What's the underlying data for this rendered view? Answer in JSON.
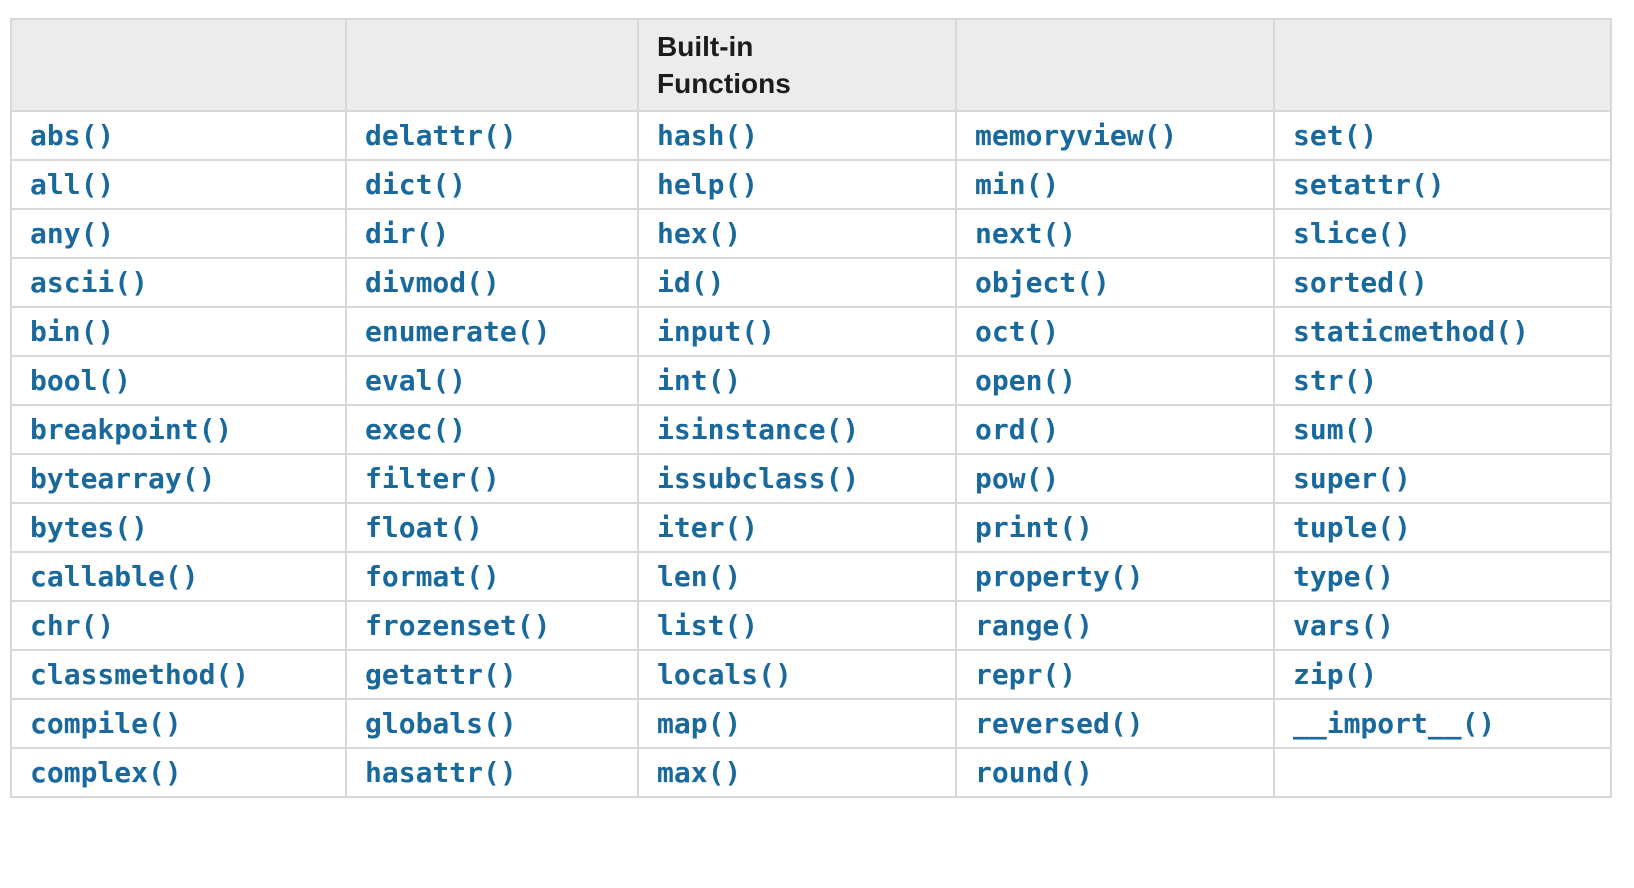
{
  "header": {
    "title": "Built-in Functions"
  },
  "rows": [
    [
      "abs()",
      "delattr()",
      "hash()",
      "memoryview()",
      "set()"
    ],
    [
      "all()",
      "dict()",
      "help()",
      "min()",
      "setattr()"
    ],
    [
      "any()",
      "dir()",
      "hex()",
      "next()",
      "slice()"
    ],
    [
      "ascii()",
      "divmod()",
      "id()",
      "object()",
      "sorted()"
    ],
    [
      "bin()",
      "enumerate()",
      "input()",
      "oct()",
      "staticmethod()"
    ],
    [
      "bool()",
      "eval()",
      "int()",
      "open()",
      "str()"
    ],
    [
      "breakpoint()",
      "exec()",
      "isinstance()",
      "ord()",
      "sum()"
    ],
    [
      "bytearray()",
      "filter()",
      "issubclass()",
      "pow()",
      "super()"
    ],
    [
      "bytes()",
      "float()",
      "iter()",
      "print()",
      "tuple()"
    ],
    [
      "callable()",
      "format()",
      "len()",
      "property()",
      "type()"
    ],
    [
      "chr()",
      "frozenset()",
      "list()",
      "range()",
      "vars()"
    ],
    [
      "classmethod()",
      "getattr()",
      "locals()",
      "repr()",
      "zip()"
    ],
    [
      "compile()",
      "globals()",
      "map()",
      "reversed()",
      "__import__()"
    ],
    [
      "complex()",
      "hasattr()",
      "max()",
      "round()",
      ""
    ]
  ],
  "colors": {
    "link": "#1a699c",
    "header_bg": "#ececec",
    "border": "#d8d8d8",
    "header_text": "#1c1c1c"
  }
}
